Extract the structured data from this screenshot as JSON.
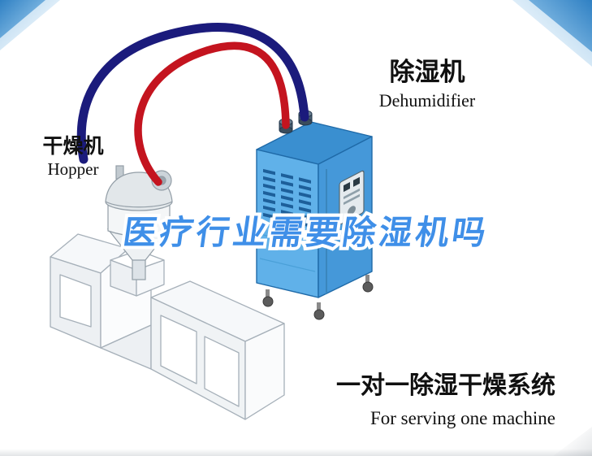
{
  "watermark": {
    "text": "医疗行业需要除湿机吗",
    "color": "#3f8fe8",
    "outline": "#ffffff"
  },
  "labels": {
    "hopper": {
      "cn": "干燥机",
      "en": "Hopper"
    },
    "dehumidifier": {
      "cn": "除湿机",
      "en": "Dehumidifier"
    }
  },
  "footer": {
    "cn": "一对一除湿干燥系统",
    "en": "For serving one machine"
  },
  "colors": {
    "pipe_red": "#c4141f",
    "pipe_navy": "#1b1b7c",
    "dehumidifier_front": "#60b1e9",
    "dehumidifier_side": "#4598d9",
    "dehumidifier_top": "#3a8fd0",
    "corner_accent": "#2f80c3"
  }
}
